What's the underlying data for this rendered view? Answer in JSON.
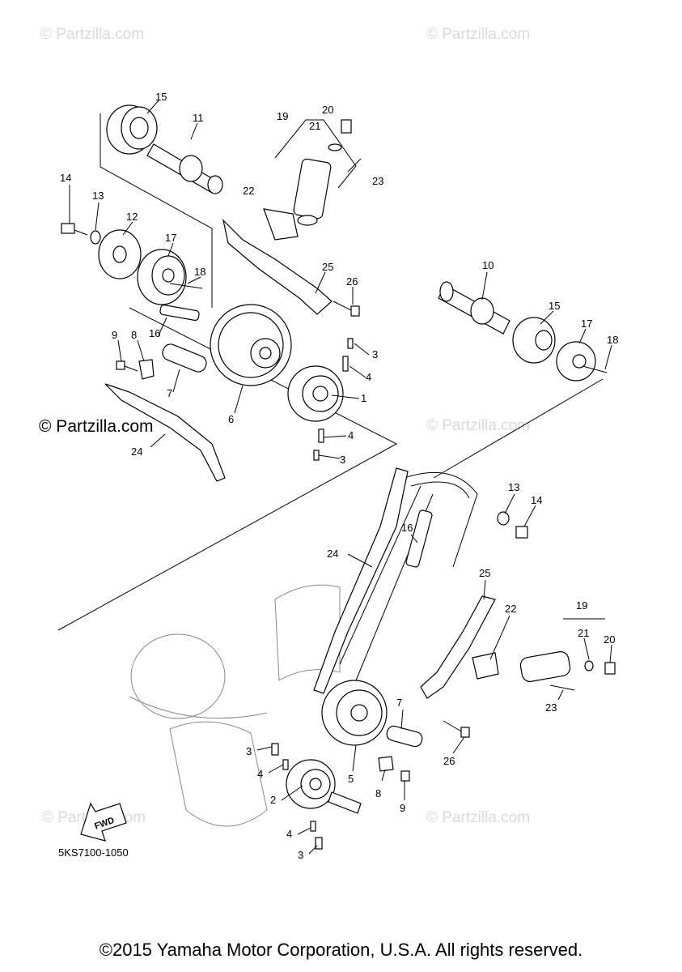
{
  "watermarks": {
    "corner_text": "© Partzilla.com",
    "main_text": "© Partzilla.com"
  },
  "diagram_code": "5KS7100-1050",
  "fwd_label": "FWD",
  "copyright": "©2015 Yamaha Motor Corporation, U.S.A. All rights reserved.",
  "callouts": [
    {
      "id": "c15a",
      "text": "15"
    },
    {
      "id": "c11",
      "text": "11"
    },
    {
      "id": "c19a",
      "text": "19"
    },
    {
      "id": "c20a",
      "text": "20"
    },
    {
      "id": "c21a",
      "text": "21"
    },
    {
      "id": "c23a",
      "text": "23"
    },
    {
      "id": "c22a",
      "text": "22"
    },
    {
      "id": "c14a",
      "text": "14"
    },
    {
      "id": "c13a",
      "text": "13"
    },
    {
      "id": "c12",
      "text": "12"
    },
    {
      "id": "c17a",
      "text": "17"
    },
    {
      "id": "c18a",
      "text": "18"
    },
    {
      "id": "c25a",
      "text": "25"
    },
    {
      "id": "c26a",
      "text": "26"
    },
    {
      "id": "c10",
      "text": "10"
    },
    {
      "id": "c15b",
      "text": "15"
    },
    {
      "id": "c17b",
      "text": "17"
    },
    {
      "id": "c18b",
      "text": "18"
    },
    {
      "id": "c9a",
      "text": "9"
    },
    {
      "id": "c8a",
      "text": "8"
    },
    {
      "id": "c16a",
      "text": "16"
    },
    {
      "id": "c3a",
      "text": "3"
    },
    {
      "id": "c4a",
      "text": "4"
    },
    {
      "id": "c1",
      "text": "1"
    },
    {
      "id": "c7a",
      "text": "7"
    },
    {
      "id": "c6",
      "text": "6"
    },
    {
      "id": "c4b",
      "text": "4"
    },
    {
      "id": "c3b",
      "text": "3"
    },
    {
      "id": "c24a",
      "text": "24"
    },
    {
      "id": "c13b",
      "text": "13"
    },
    {
      "id": "c14b",
      "text": "14"
    },
    {
      "id": "c16b",
      "text": "16"
    },
    {
      "id": "c24b",
      "text": "24"
    },
    {
      "id": "c25b",
      "text": "25"
    },
    {
      "id": "c22b",
      "text": "22"
    },
    {
      "id": "c19b",
      "text": "19"
    },
    {
      "id": "c21b",
      "text": "21"
    },
    {
      "id": "c20b",
      "text": "20"
    },
    {
      "id": "c23b",
      "text": "23"
    },
    {
      "id": "c7b",
      "text": "7"
    },
    {
      "id": "c26b",
      "text": "26"
    },
    {
      "id": "c5",
      "text": "5"
    },
    {
      "id": "c8b",
      "text": "8"
    },
    {
      "id": "c9b",
      "text": "9"
    },
    {
      "id": "c3c",
      "text": "3"
    },
    {
      "id": "c4c",
      "text": "4"
    },
    {
      "id": "c2",
      "text": "2"
    },
    {
      "id": "c4d",
      "text": "4"
    },
    {
      "id": "c3d",
      "text": "3"
    }
  ]
}
